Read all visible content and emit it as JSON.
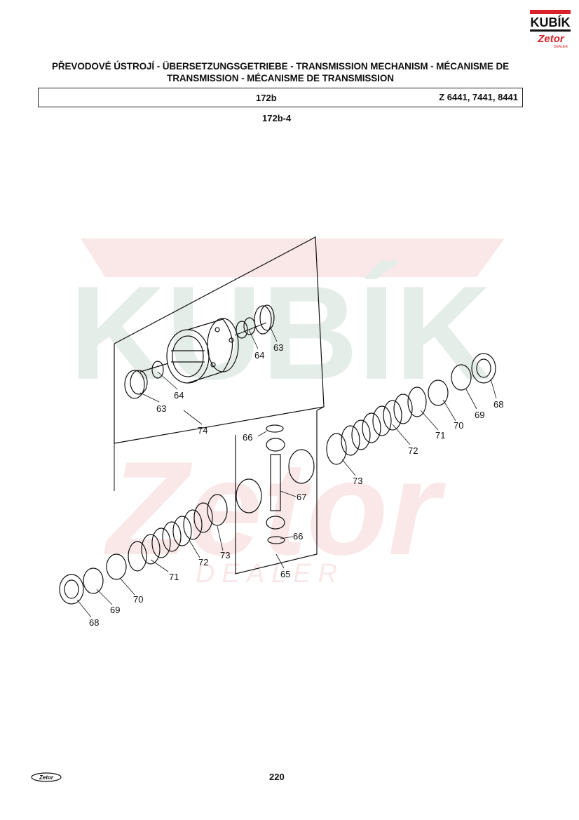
{
  "header": {
    "title_line1": "PŘEVODOVÉ ÚSTROJÍ - ÜBERSETZUNGSGETRIEBE - TRANSMISSION MECHANISM - MÉCANISME DE",
    "title_line2": "TRANSMISSION - MÉCANISME DE TRANSMISSION",
    "group_code": "172b",
    "models": "Z 6441, 7441, 8441"
  },
  "diagram": {
    "figure_code": "172b-4",
    "callouts": [
      "63",
      "64",
      "64",
      "63",
      "74",
      "66",
      "67",
      "66",
      "65",
      "68",
      "69",
      "70",
      "71",
      "72",
      "73",
      "73",
      "72",
      "71",
      "70",
      "69",
      "68"
    ],
    "watermark": {
      "brand": "KUBÍK",
      "sub": "Zetor",
      "dealer": "DEALER"
    }
  },
  "logo": {
    "brand": "KUBÍK",
    "sub": "Zetor",
    "dealer": "DEALER",
    "color": "#d8232a"
  },
  "footer": {
    "logo_text": "Zetor",
    "page_number": "220"
  }
}
